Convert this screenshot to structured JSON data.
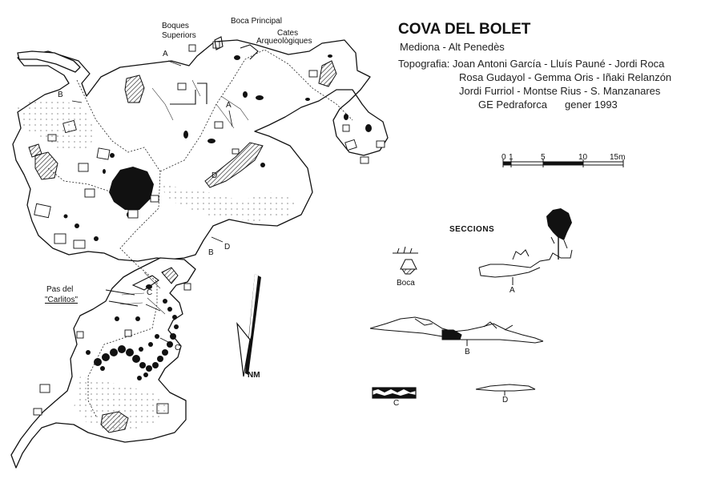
{
  "title": "COVA DEL BOLET",
  "subtitle": "Mediona - Alt Penedès",
  "credits": {
    "line1": "Topografia: Joan Antoni García - Lluís Pauné - Jordi Roca",
    "line2": "Rosa Gudayol - Gemma Oris - Iñaki Relanzón",
    "line3": "Jordi Furriol - Montse Rius - S. Manzanares",
    "line4_group": "GE Pedraforca",
    "line4_date": "gener 1993"
  },
  "scale": {
    "ticks": [
      "0",
      "1",
      "5",
      "10",
      "15m"
    ]
  },
  "sections": {
    "title": "SECCIONS",
    "labels": [
      "Boca",
      "A",
      "B",
      "C",
      "D"
    ]
  },
  "map_labels": {
    "boques_1": "Boques",
    "boques_2": "Superiors",
    "boca_principal": "Boca Principal",
    "cates_1": "Cates",
    "cates_2": "Arqueològiques",
    "pas_1": "Pas del",
    "pas_2": "\"Carlitos\"",
    "section_a": "A",
    "section_b": "B",
    "section_c": "C",
    "section_d": "D"
  },
  "north_arrow": "NM",
  "colors": {
    "ink": "#111111",
    "paper": "#ffffff",
    "hatch": "#555555"
  }
}
